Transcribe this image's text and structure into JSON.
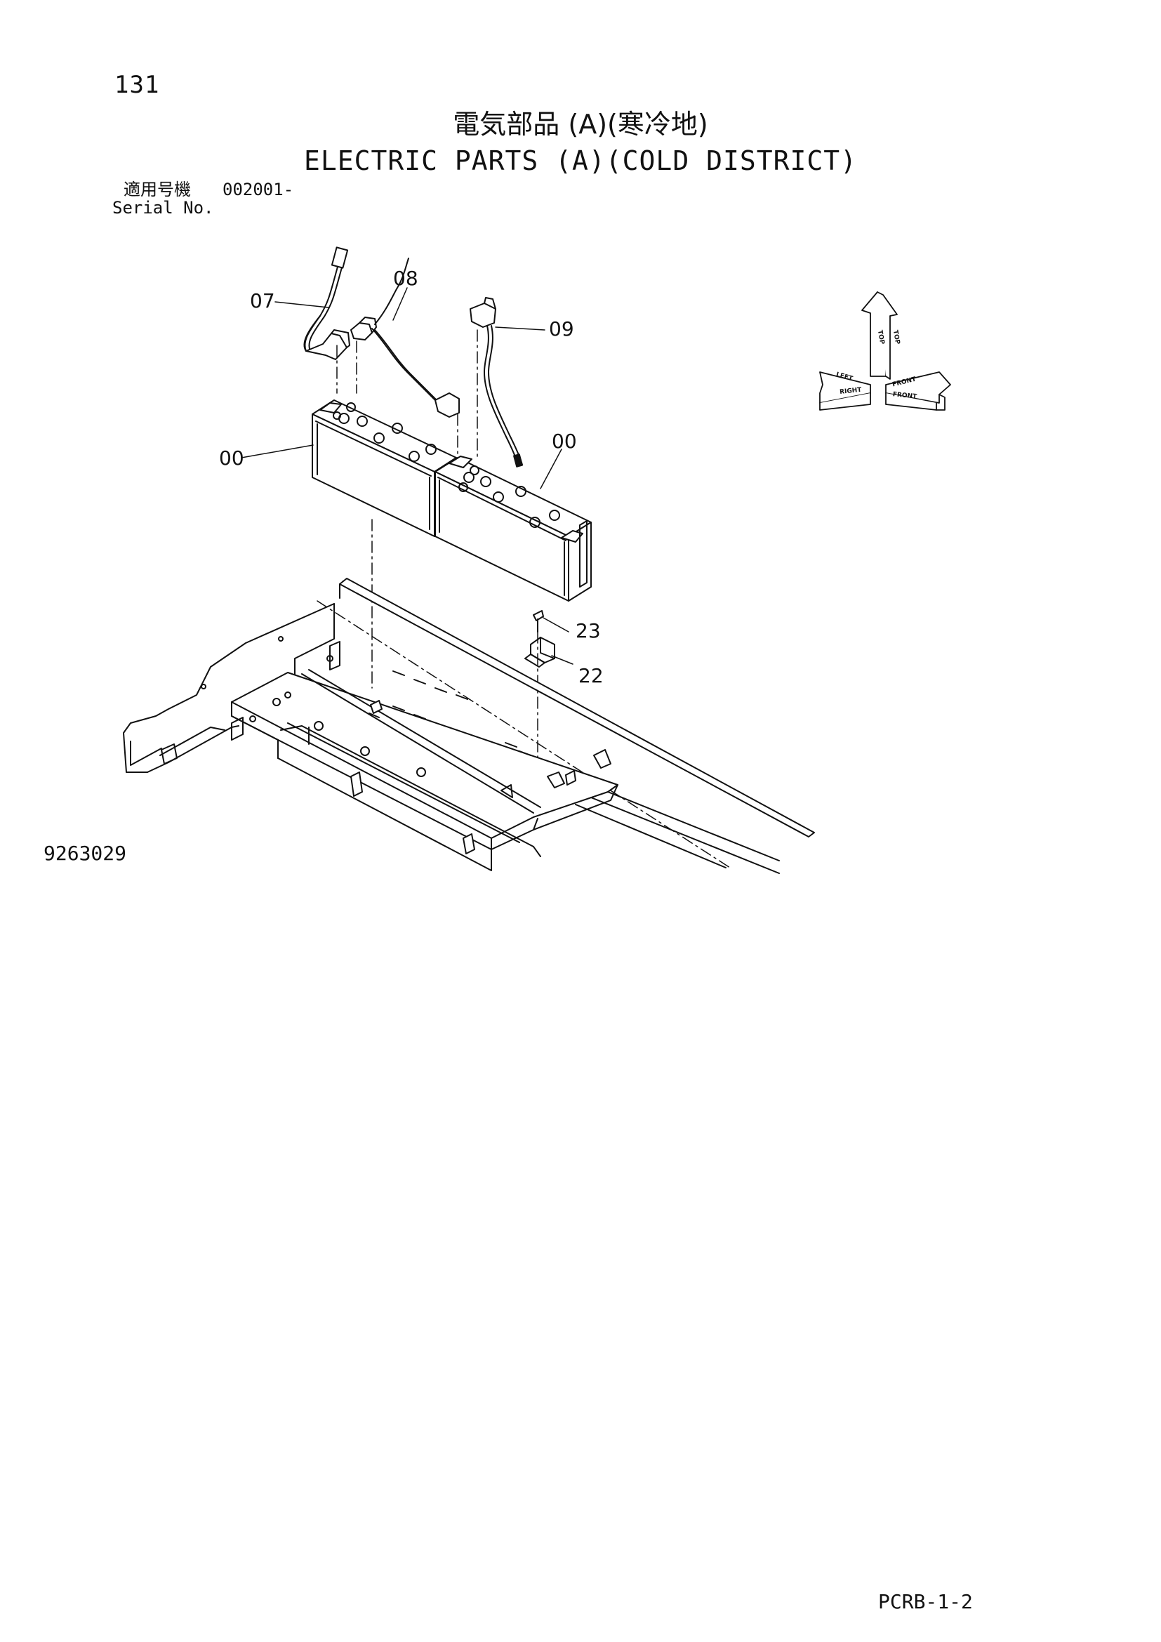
{
  "header": {
    "page_number": "131",
    "title_jp": "電気部品 (A)(寒冷地)",
    "title_en": "ELECTRIC PARTS (A)(COLD DISTRICT)",
    "serial_label_jp": "適用号機",
    "serial_value": "002001-",
    "serial_label_en": "Serial No."
  },
  "callouts": [
    {
      "id": "07",
      "label": "07"
    },
    {
      "id": "08",
      "label": "08"
    },
    {
      "id": "09",
      "label": "09"
    },
    {
      "id": "00a",
      "label": "00"
    },
    {
      "id": "00b",
      "label": "00"
    },
    {
      "id": "23",
      "label": "23"
    },
    {
      "id": "22",
      "label": "22"
    }
  ],
  "orientation": {
    "top": "TOP",
    "front": "FRONT",
    "right": "RIGHT",
    "left": "LEFT"
  },
  "footer": {
    "figure_number": "9263029",
    "document_code": "PCRB-1-2"
  },
  "colors": {
    "line": "#111111",
    "background": "#ffffff"
  }
}
